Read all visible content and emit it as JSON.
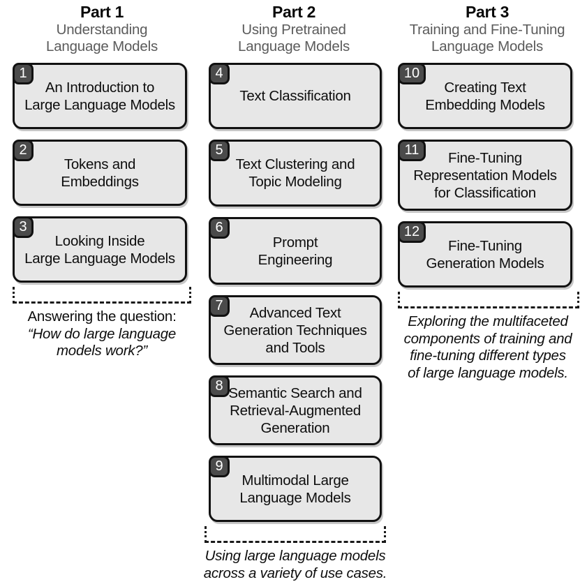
{
  "diagram": {
    "title": "Book structure overview",
    "colors": {
      "box_fill": "#e7e7e7",
      "box_border": "#111111",
      "badge_fill": "#4b4b4b",
      "badge_text": "#ffffff",
      "subtitle_text": "#5b5b5b",
      "bracket": "#1a1a1a",
      "background": "#ffffff"
    }
  },
  "columns": [
    {
      "part_title": "Part 1",
      "subtitle_line1": "Understanding",
      "subtitle_line2": "Language Models",
      "chapters": [
        {
          "number": "1",
          "line1": "An Introduction to",
          "line2": "Large Language Models",
          "line3": ""
        },
        {
          "number": "2",
          "line1": "Tokens and",
          "line2": "Embeddings",
          "line3": ""
        },
        {
          "number": "3",
          "line1": "Looking Inside",
          "line2": "Large Language Models",
          "line3": ""
        }
      ],
      "caption": {
        "plain_line": "Answering the question:",
        "italic_line1": "“How do large language",
        "italic_line2": "models work?”",
        "italic_line3": "",
        "italic_line4": ""
      }
    },
    {
      "part_title": "Part 2",
      "subtitle_line1": "Using Pretrained",
      "subtitle_line2": "Language Models",
      "chapters": [
        {
          "number": "4",
          "line1": "Text Classification",
          "line2": "",
          "line3": ""
        },
        {
          "number": "5",
          "line1": "Text Clustering and",
          "line2": "Topic Modeling",
          "line3": ""
        },
        {
          "number": "6",
          "line1": "Prompt",
          "line2": "Engineering",
          "line3": ""
        },
        {
          "number": "7",
          "line1": "Advanced Text",
          "line2": "Generation Techniques",
          "line3": "and Tools"
        },
        {
          "number": "8",
          "line1": "Semantic Search and",
          "line2": "Retrieval-Augmented",
          "line3": "Generation"
        },
        {
          "number": "9",
          "line1": "Multimodal Large",
          "line2": "Language Models",
          "line3": ""
        }
      ],
      "caption": {
        "plain_line": "",
        "italic_line1": "Using large language models",
        "italic_line2": "across a variety of use cases.",
        "italic_line3": "",
        "italic_line4": ""
      }
    },
    {
      "part_title": "Part 3",
      "subtitle_line1": "Training and Fine-Tuning",
      "subtitle_line2": "Language Models",
      "chapters": [
        {
          "number": "10",
          "line1": "Creating Text",
          "line2": "Embedding Models",
          "line3": ""
        },
        {
          "number": "11",
          "line1": "Fine-Tuning",
          "line2": "Representation Models",
          "line3": "for Classification"
        },
        {
          "number": "12",
          "line1": "Fine-Tuning",
          "line2": "Generation Models",
          "line3": ""
        }
      ],
      "caption": {
        "plain_line": "",
        "italic_line1": "Exploring the multifaceted",
        "italic_line2": "components of training and",
        "italic_line3": "fine-tuning different types",
        "italic_line4": "of large language models."
      }
    }
  ]
}
